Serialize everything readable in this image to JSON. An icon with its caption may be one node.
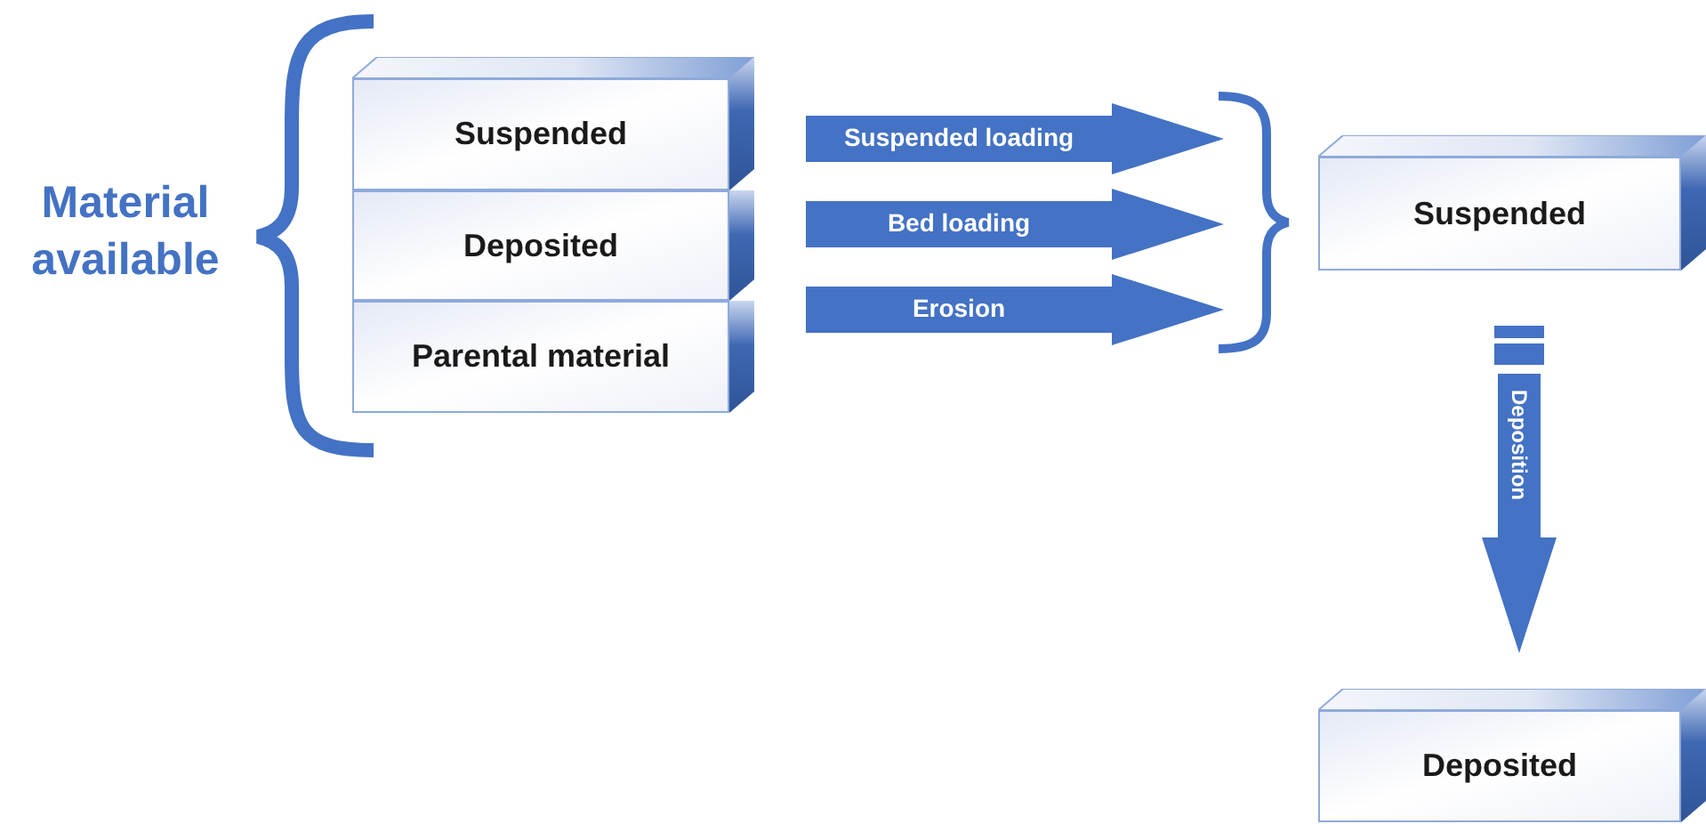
{
  "diagram": {
    "nodes": [
      {
        "text": [
          "Suspended"
        ]
      },
      {
        "text": [
          "Deposited"
        ]
      },
      {
        "text": [
          "Parental material"
        ]
      },
      {
        "text": [
          "Suspended"
        ]
      },
      {
        "text": [
          "Deposited"
        ]
      }
    ],
    "edges": [
      {
        "from": 0,
        "to": 3,
        "arrow": "to",
        "label": "Suspended loading"
      },
      {
        "from": 1,
        "to": 3,
        "arrow": "to",
        "label": "Bed loading"
      },
      {
        "from": 2,
        "to": 3,
        "arrow": "to",
        "label": "Erosion"
      },
      {
        "from": 3,
        "to": 4,
        "arrow": "to",
        "label": "Deposition"
      }
    ],
    "labels": [
      "Material available"
    ]
  }
}
